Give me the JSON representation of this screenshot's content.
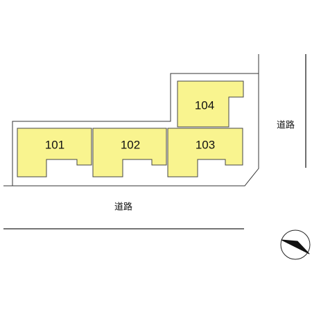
{
  "units": [
    {
      "id": "unit-101",
      "label": "101"
    },
    {
      "id": "unit-102",
      "label": "102"
    },
    {
      "id": "unit-103",
      "label": "103"
    },
    {
      "id": "unit-104",
      "label": "104"
    }
  ],
  "roads": {
    "south_label": "道路",
    "east_label": "道路"
  },
  "compass": {
    "icon": "north-arrow-icon"
  },
  "colors": {
    "unit_fill": "#f9f48f",
    "outline": "#444444",
    "background": "#ffffff"
  }
}
